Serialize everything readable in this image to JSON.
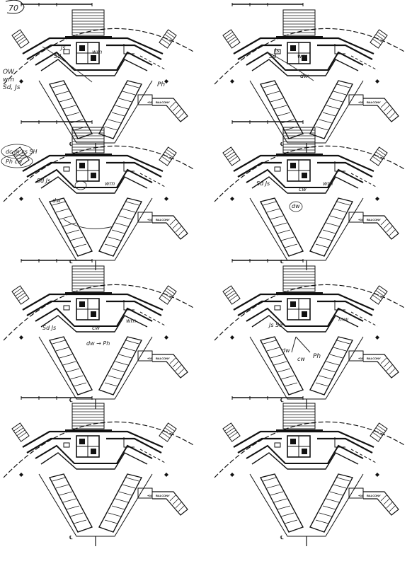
{
  "sheet": {
    "page_number": "70",
    "balcony_label": "BALCONY",
    "balcony_code": "+02",
    "centerline_label": "℄"
  },
  "panels": [
    {
      "notes": [
        {
          "id": "n1",
          "text": "OW"
        },
        {
          "id": "n2",
          "text": "wm"
        },
        {
          "id": "n3",
          "text": "Sd, Js"
        },
        {
          "id": "n4",
          "text": "Js"
        },
        {
          "id": "n5",
          "text": "Sd"
        },
        {
          "id": "n6",
          "text": "wm"
        },
        {
          "id": "n7",
          "text": "Ph"
        }
      ]
    },
    {
      "notes": [
        {
          "id": "n1",
          "text": "Js"
        },
        {
          "id": "n2",
          "text": "Sd"
        },
        {
          "id": "n3",
          "text": "wm"
        },
        {
          "id": "n4",
          "text": "dw"
        }
      ]
    },
    {
      "notes": [
        {
          "id": "n1",
          "text": "dc m cs SH"
        },
        {
          "id": "n2",
          "text": "Ph cw"
        },
        {
          "id": "n3",
          "text": "Sd Js"
        },
        {
          "id": "n4",
          "text": "wm"
        },
        {
          "id": "n5",
          "text": "dw"
        }
      ]
    },
    {
      "notes": [
        {
          "id": "n1",
          "text": "Sd Js"
        },
        {
          "id": "n2",
          "text": "cw"
        },
        {
          "id": "n3",
          "text": "wm"
        },
        {
          "id": "n4",
          "text": "dw"
        }
      ]
    },
    {
      "notes": [
        {
          "id": "n1",
          "text": "Sd Js"
        },
        {
          "id": "n2",
          "text": "cw"
        },
        {
          "id": "n3",
          "text": "wm"
        },
        {
          "id": "n4",
          "text": "dw → Ph"
        }
      ]
    },
    {
      "notes": [
        {
          "id": "n1",
          "text": "Js Sd"
        },
        {
          "id": "n2",
          "text": "mw"
        },
        {
          "id": "n3",
          "text": "dw"
        },
        {
          "id": "n4",
          "text": "cw"
        },
        {
          "id": "n5",
          "text": "Ph"
        }
      ]
    },
    {
      "notes": []
    },
    {
      "notes": []
    }
  ]
}
